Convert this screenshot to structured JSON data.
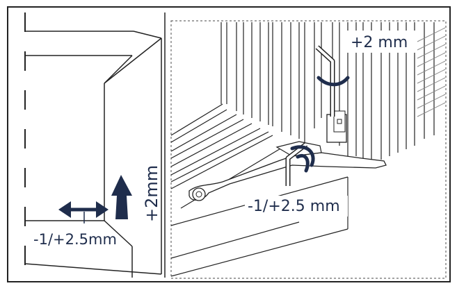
{
  "colors": {
    "ink": "#1f2d4c",
    "line": "#222222",
    "light": "#cccccc",
    "dotted": "#6a6a6a",
    "background": "#ffffff"
  },
  "labels": {
    "vertical_left": "+2mm",
    "horizontal_left": "-1/+2.5mm",
    "top_right": "+2 mm",
    "bottom_right": "-1/+2.5 mm"
  },
  "icons": {
    "up_arrow": "arrow-up-icon",
    "double_arrow": "double-arrow-horizontal-icon",
    "rotate_top": "rotate-arc-icon",
    "rotate_bottom": "rotate-arc-icon"
  }
}
